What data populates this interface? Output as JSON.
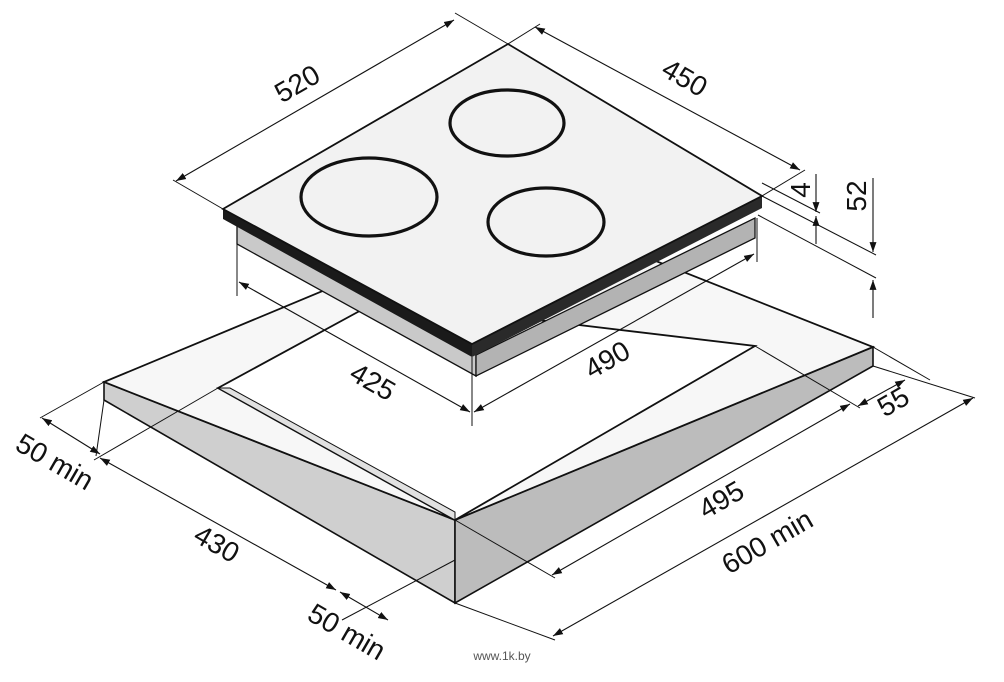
{
  "dimensions": {
    "hob_depth": "520",
    "hob_width": "450",
    "glass_thickness": "4",
    "total_height": "52",
    "cutout_depth": "425",
    "cutout_width": "490",
    "front_clearance": "50 min",
    "countertop_left_depth": "430",
    "rear_clearance": "50 min",
    "side_offset": "55",
    "cutout_span": "495",
    "countertop_width": "600 min"
  },
  "watermark": "www.1k.by",
  "colors": {
    "glass_top": "#f2f2f2",
    "glass_edge": "#1a1a1a",
    "body": "#c9c9c9",
    "countertop_top": "#f7f7f7",
    "countertop_side": "#cfcfcf",
    "line": "#111111"
  }
}
